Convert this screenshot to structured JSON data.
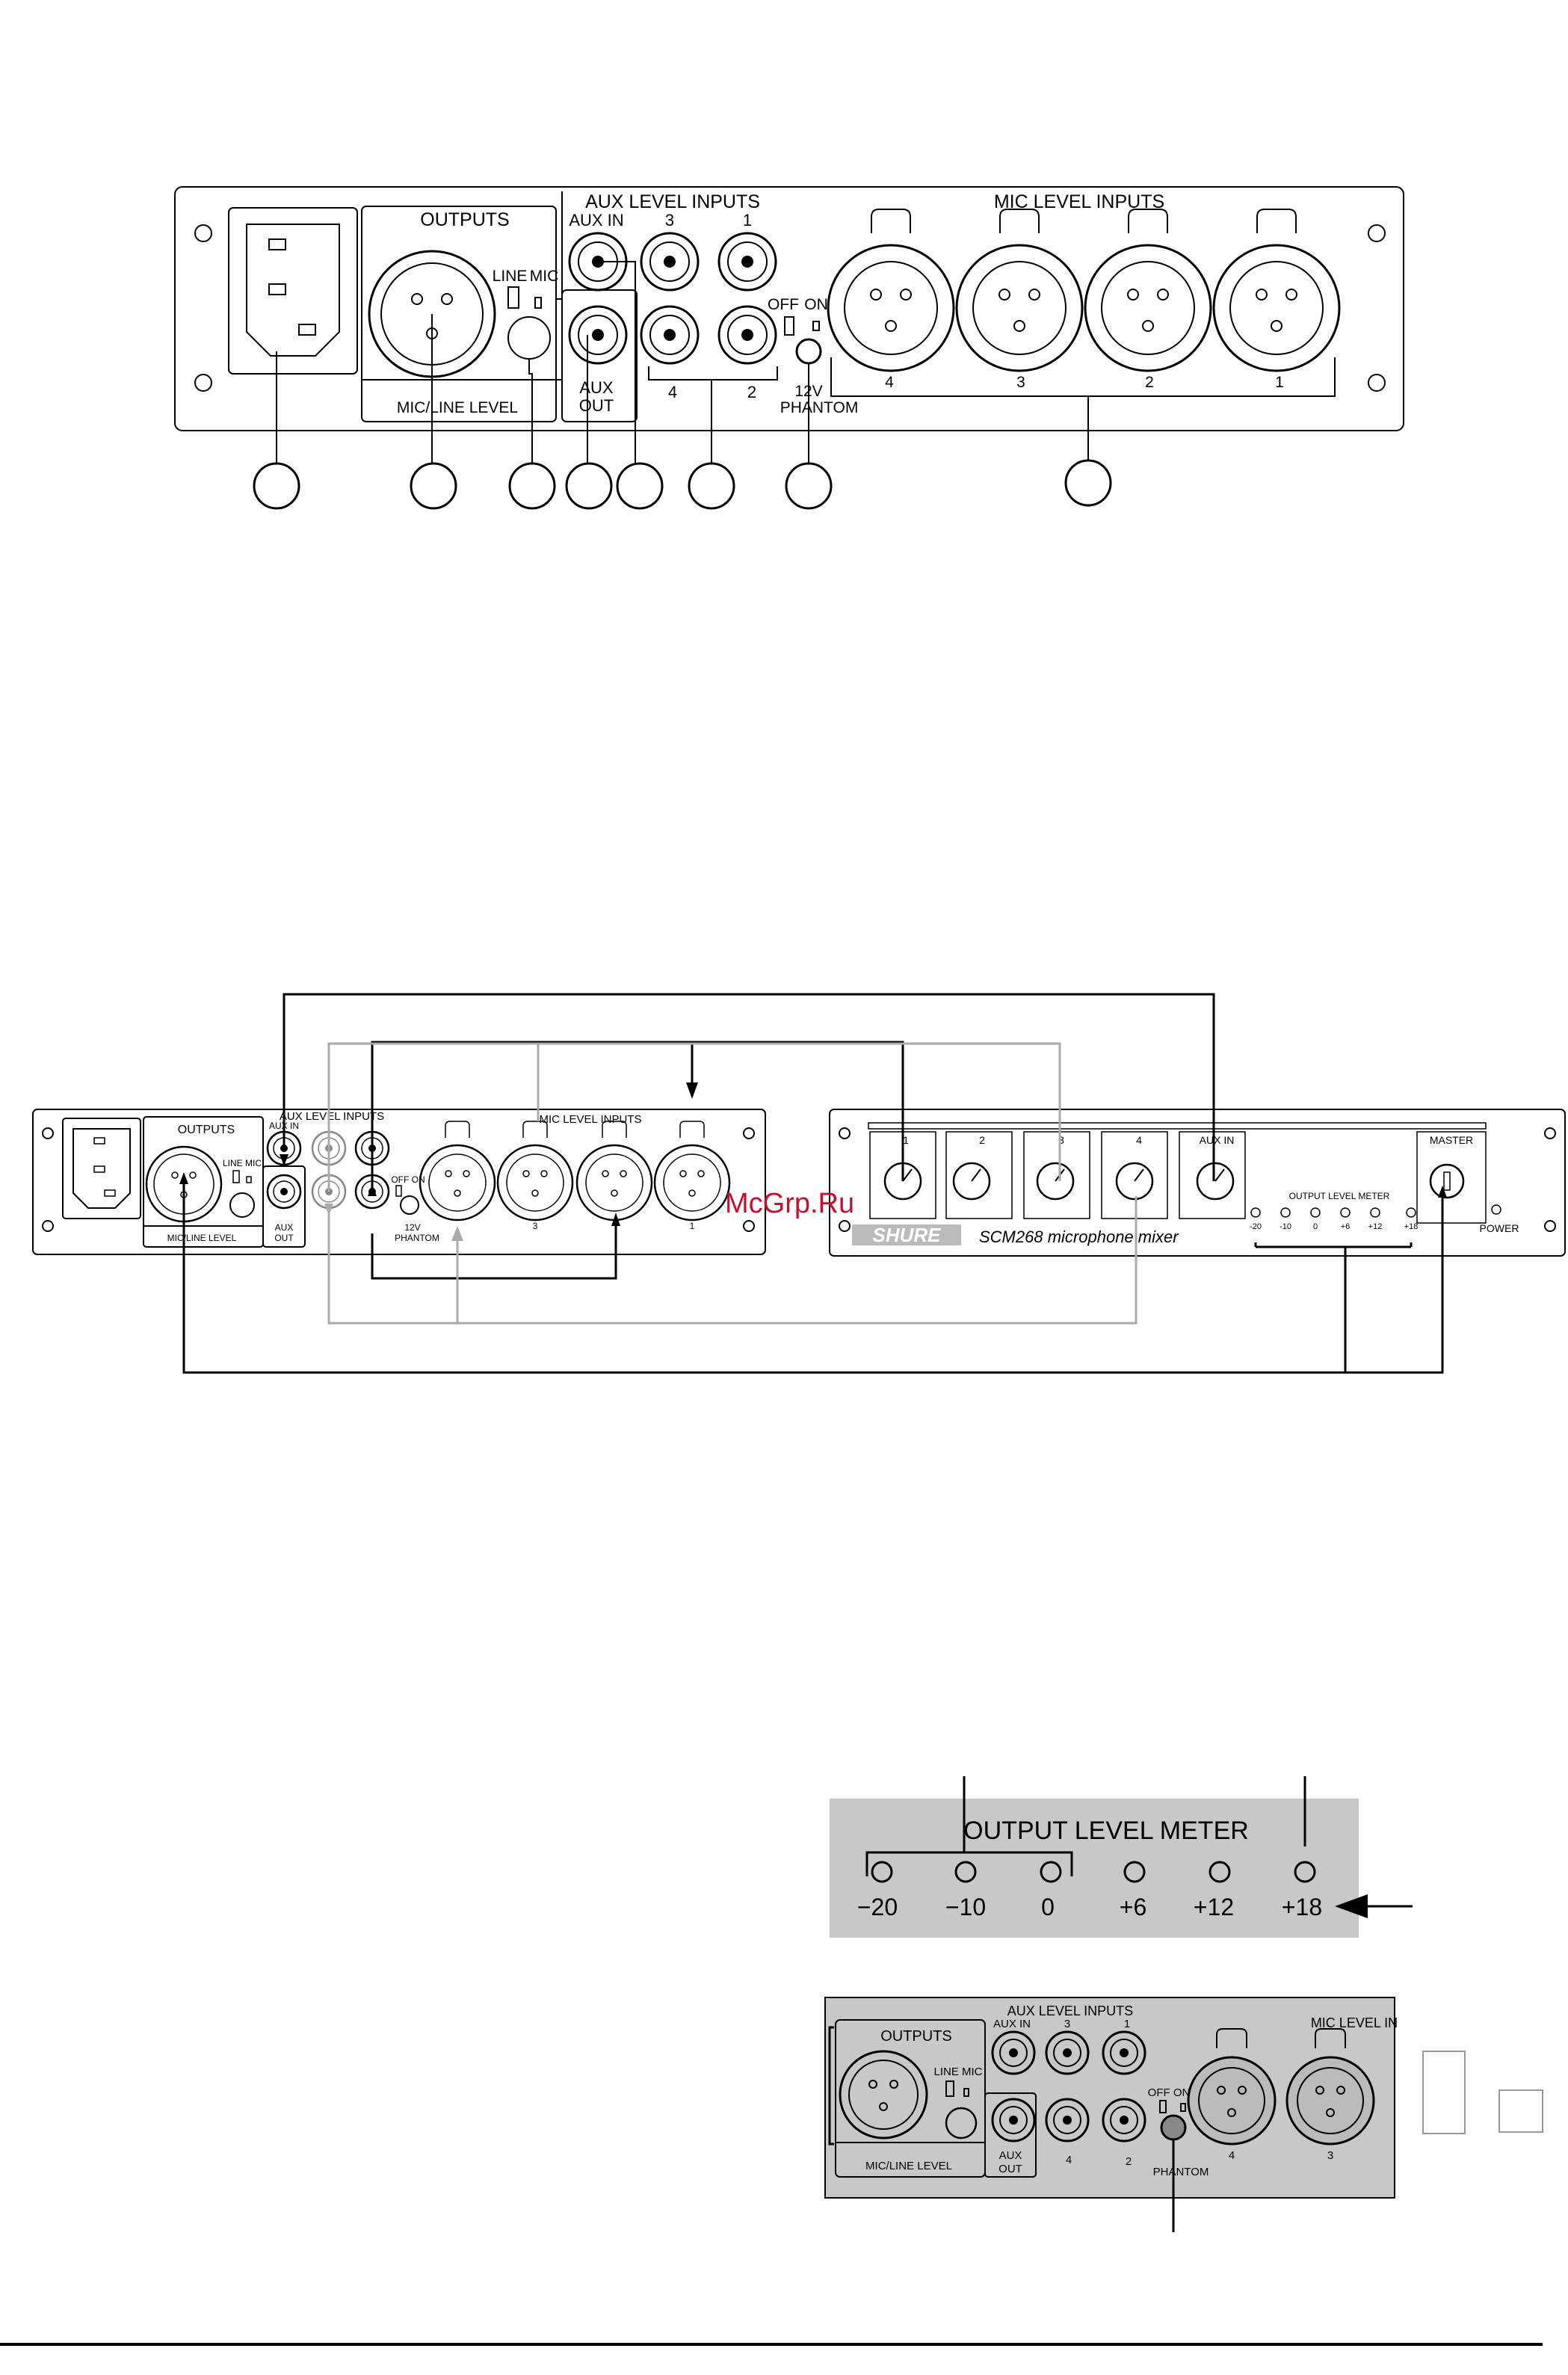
{
  "fig1": {
    "aux_level_inputs": "AUX LEVEL INPUTS",
    "mic_level_inputs": "MIC LEVEL INPUTS",
    "outputs": "OUTPUTS",
    "line": "LINE",
    "mic": "MIC",
    "aux_in": "AUX IN",
    "aux_3": "3",
    "aux_1": "1",
    "aux_4": "4",
    "aux_2": "2",
    "off": "OFF",
    "on": "ON",
    "mic_line_level": "MIC/LINE LEVEL",
    "aux_out_1": "AUX",
    "aux_out_2": "OUT",
    "phantom_1": "12V",
    "phantom_2": "PHANTOM",
    "xlr_labels": [
      "4",
      "3",
      "2",
      "1"
    ]
  },
  "fig2": {
    "aux_level_inputs": "AUX LEVEL INPUTS",
    "aux_in": "AUX IN",
    "outputs": "OUTPUTS",
    "line_mic": "LINE MIC",
    "mic_line_level": "MIC/LINE LEVEL",
    "aux_out_1": "AUX",
    "aux_out_2": "OUT",
    "off_on": "OFF  ON",
    "phantom_1": "12V",
    "phantom_2": "PHANTOM",
    "mic_level_inputs": "MIC LEVEL INPUTS",
    "xlr_3": "3",
    "xlr_1": "1",
    "watermark": "McGrp.Ru",
    "brand": "SHURE",
    "model": "SCM268 microphone mixer",
    "front_channels": [
      "1",
      "2",
      "3",
      "4",
      "AUX IN"
    ],
    "output_level_meter": "OUTPUT LEVEL METER",
    "meter_values": [
      "-20",
      "-10",
      "0",
      "+6",
      "+12",
      "+18"
    ],
    "master": "MASTER",
    "power": "POWER"
  },
  "fig3": {
    "title": "OUTPUT LEVEL METER",
    "values": [
      "−20",
      "−10",
      "0",
      "+6",
      "+12",
      "+18"
    ]
  },
  "fig4": {
    "outputs": "OUTPUTS",
    "aux_level_inputs": "AUX LEVEL INPUTS",
    "aux_in": "AUX IN",
    "aux_3": "3",
    "aux_1": "1",
    "line_mic": "LINE MIC",
    "mic_level_in": "MIC LEVEL IN",
    "off_on": "OFF ON",
    "phantom": "PHANTOM",
    "aux_4": "4",
    "aux_2": "2",
    "mic_line_level": "MIC/LINE LEVEL",
    "aux_out_1": "AUX",
    "aux_out_2": "OUT",
    "xlr_4": "4",
    "xlr_3": "3"
  }
}
